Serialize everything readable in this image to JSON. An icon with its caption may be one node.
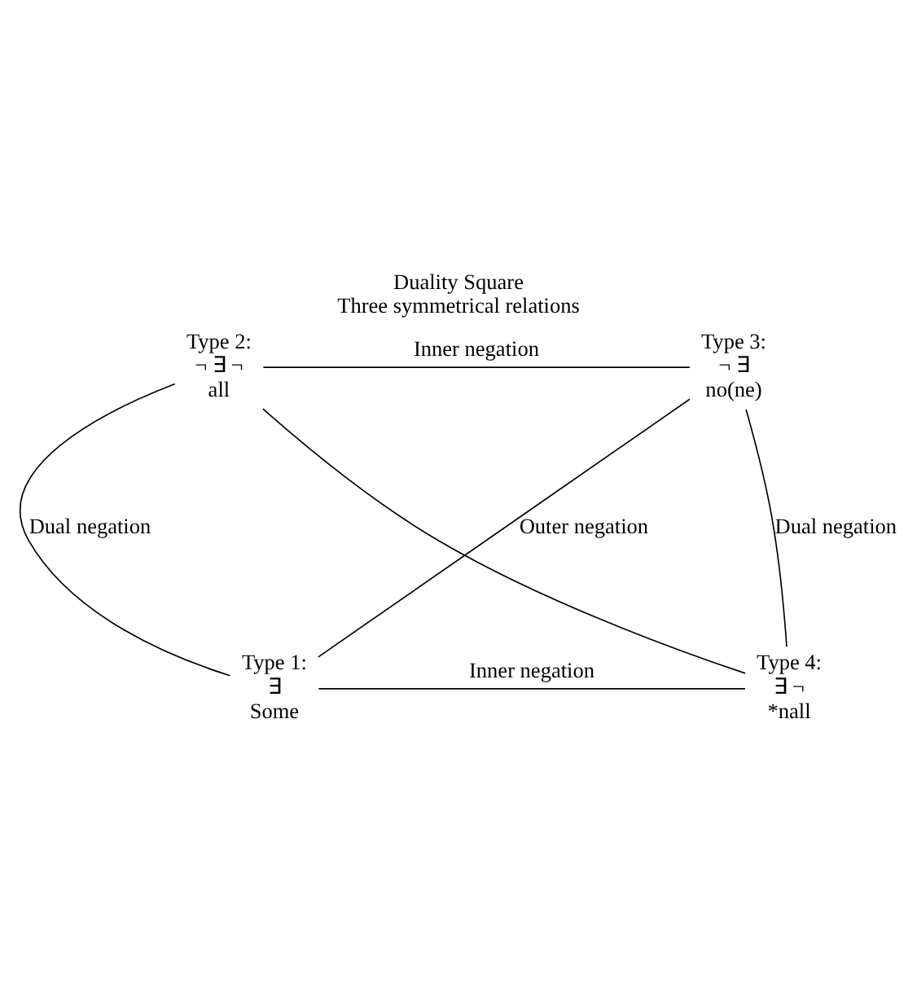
{
  "diagram": {
    "title": "Duality Square",
    "caption": "Three symmetrical relations",
    "nodes": [
      {
        "text": [
          "Type 2:",
          "¬ ∃ ¬",
          "all"
        ]
      },
      {
        "text": [
          "Type 3:",
          "¬ ∃",
          "no(ne)"
        ]
      },
      {
        "text": [
          "Type 1:",
          "∃",
          "Some"
        ]
      },
      {
        "text": [
          "Type 4:",
          "∃ ¬",
          "*nall"
        ]
      }
    ],
    "edges": [
      {
        "from": 0,
        "to": 1,
        "arrow": "none",
        "label": "Inner negation"
      },
      {
        "from": 0,
        "to": 2,
        "arrow": "none",
        "label": "Dual negation"
      },
      {
        "from": 1,
        "to": 3,
        "arrow": "none",
        "label": "Dual negation"
      },
      {
        "from": 0,
        "to": 3,
        "arrow": "none"
      },
      {
        "from": 1,
        "to": 2,
        "arrow": "none",
        "label": "Outer negation"
      },
      {
        "from": 2,
        "to": 3,
        "arrow": "none",
        "label": "Inner negation"
      }
    ]
  }
}
